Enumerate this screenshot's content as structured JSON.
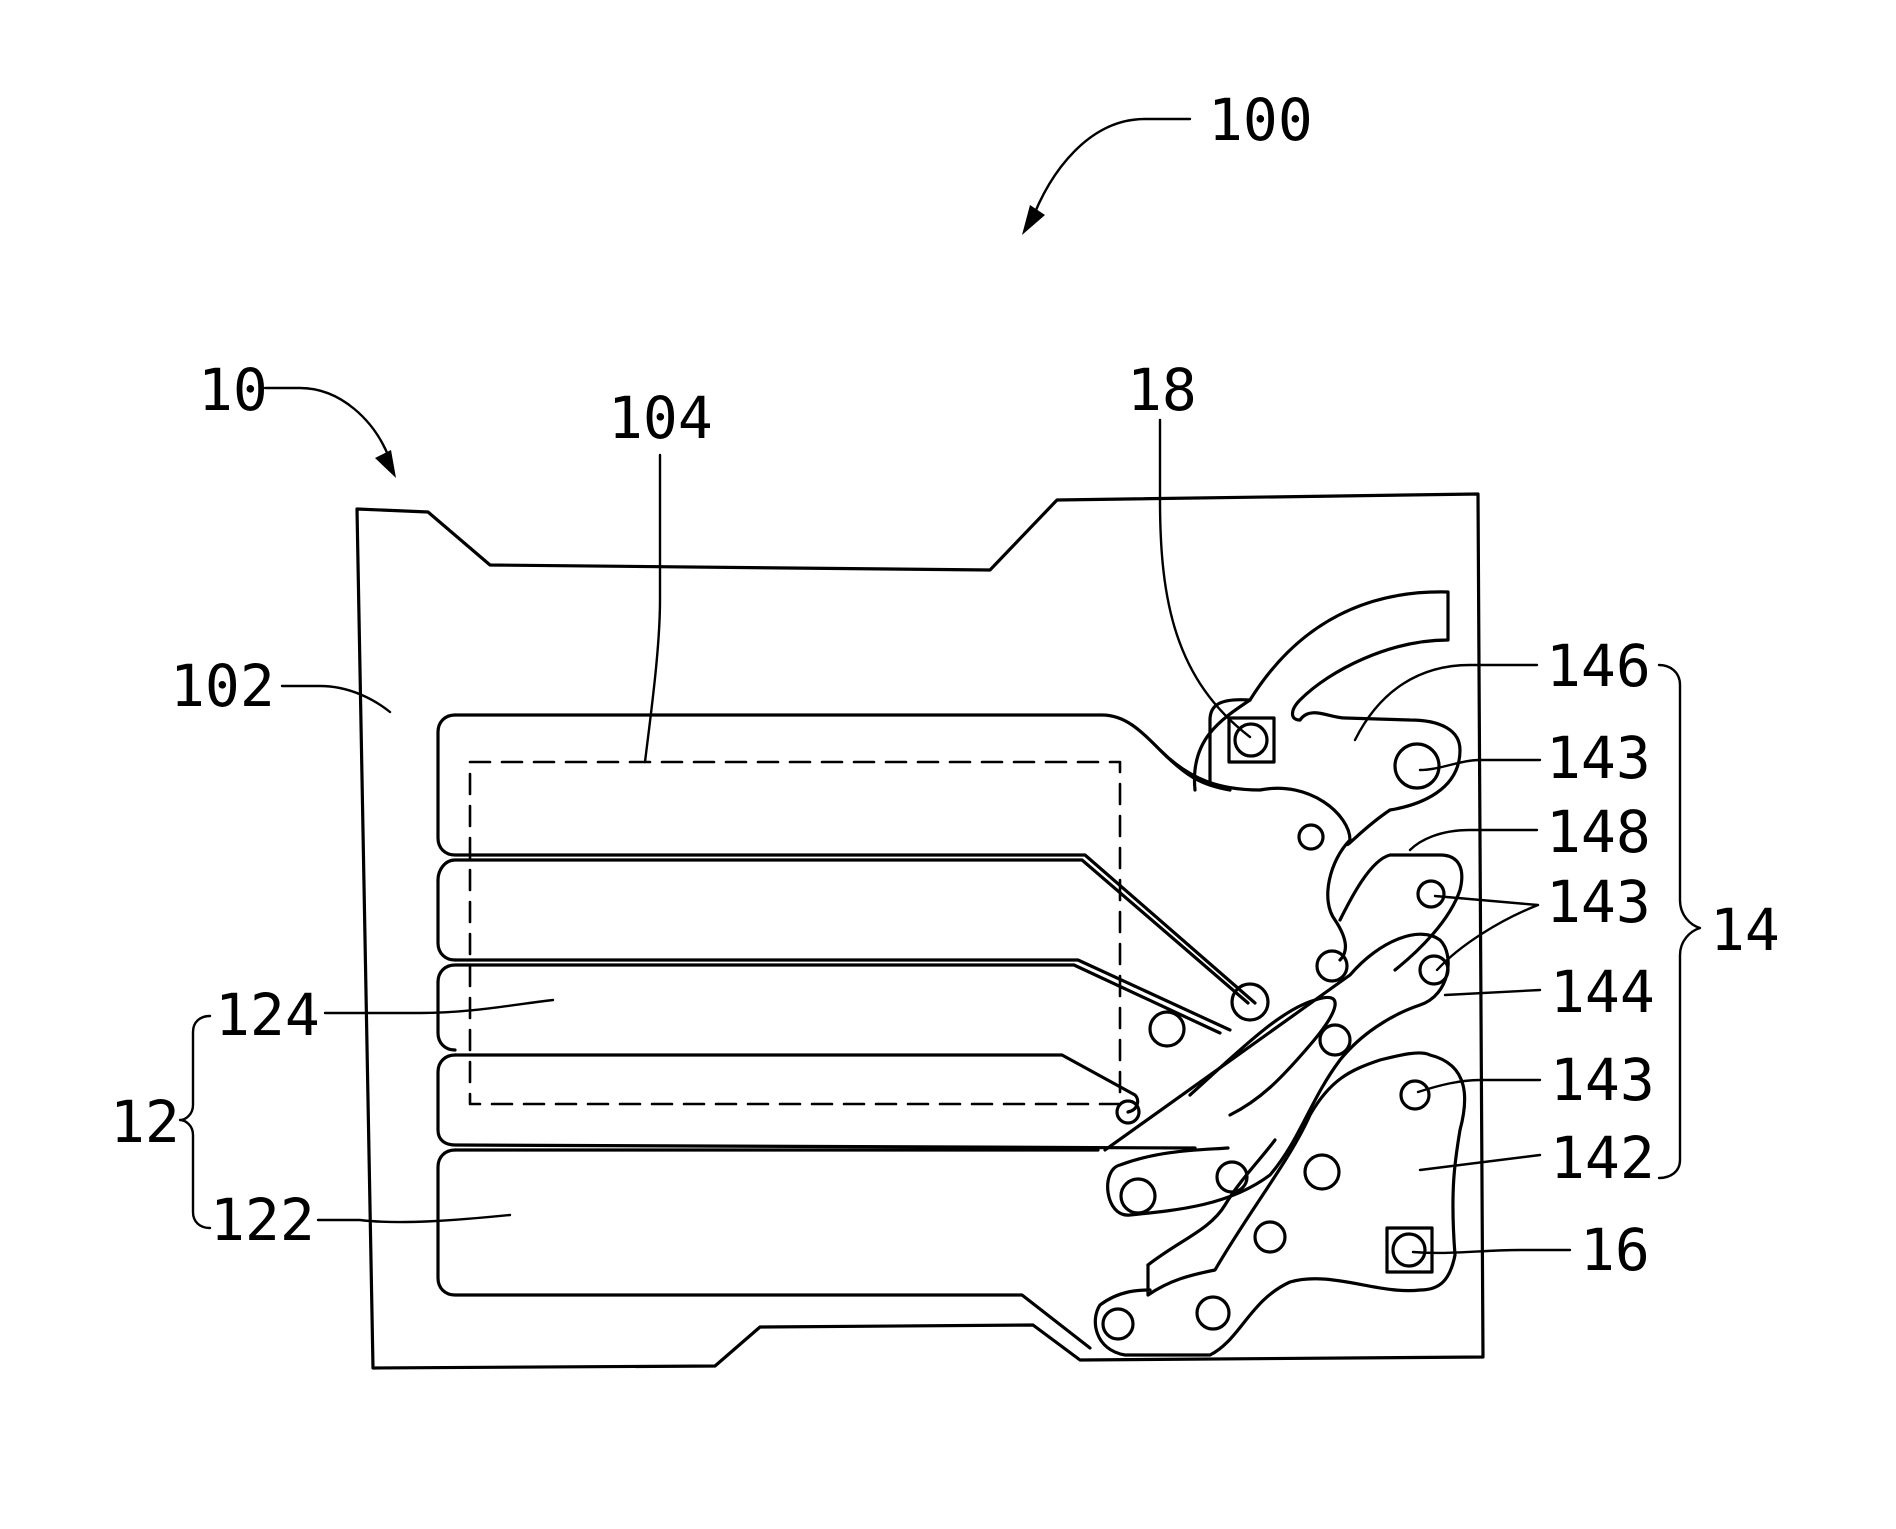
{
  "labels": {
    "device": "100",
    "board": "10",
    "board_surface": "102",
    "region": "104",
    "contact_pad_group": "12",
    "pad_small": "124",
    "pad_large": "122",
    "pad_group": "14",
    "pad_146": "146",
    "via_143_a": "143",
    "pad_148": "148",
    "via_143_b": "143",
    "pad_144": "144",
    "via_143_c": "143",
    "pad_142": "142",
    "marker_16": "16",
    "marker_18": "18"
  }
}
